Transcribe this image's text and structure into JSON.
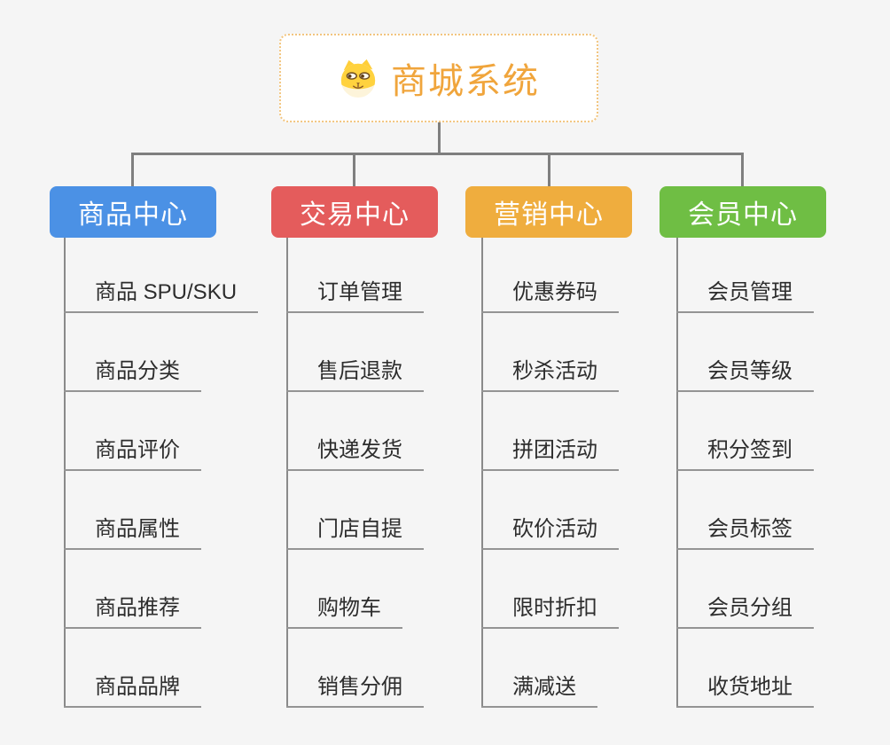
{
  "root": {
    "title": "商城系统",
    "icon": "dog-face-icon"
  },
  "branches": [
    {
      "label": "商品中心",
      "color": "#4b91e5",
      "items": [
        "商品 SPU/SKU",
        "商品分类",
        "商品评价",
        "商品属性",
        "商品推荐",
        "商品品牌"
      ]
    },
    {
      "label": "交易中心",
      "color": "#e45c5c",
      "items": [
        "订单管理",
        "售后退款",
        "快递发货",
        "门店自提",
        "购物车",
        "销售分佣"
      ]
    },
    {
      "label": "营销中心",
      "color": "#efad3e",
      "items": [
        "优惠券码",
        "秒杀活动",
        "拼团活动",
        "砍价活动",
        "限时折扣",
        "满减送"
      ]
    },
    {
      "label": "会员中心",
      "color": "#6fbe44",
      "items": [
        "会员管理",
        "会员等级",
        "积分签到",
        "会员标签",
        "会员分组",
        "收货地址"
      ]
    }
  ],
  "colors": {
    "background": "#f5f5f5",
    "connector": "#7f7f7f",
    "root_border": "#f2c57f",
    "root_text": "#f0a53c",
    "leaf_text": "#2d2d2d",
    "leaf_underline": "#949494"
  }
}
